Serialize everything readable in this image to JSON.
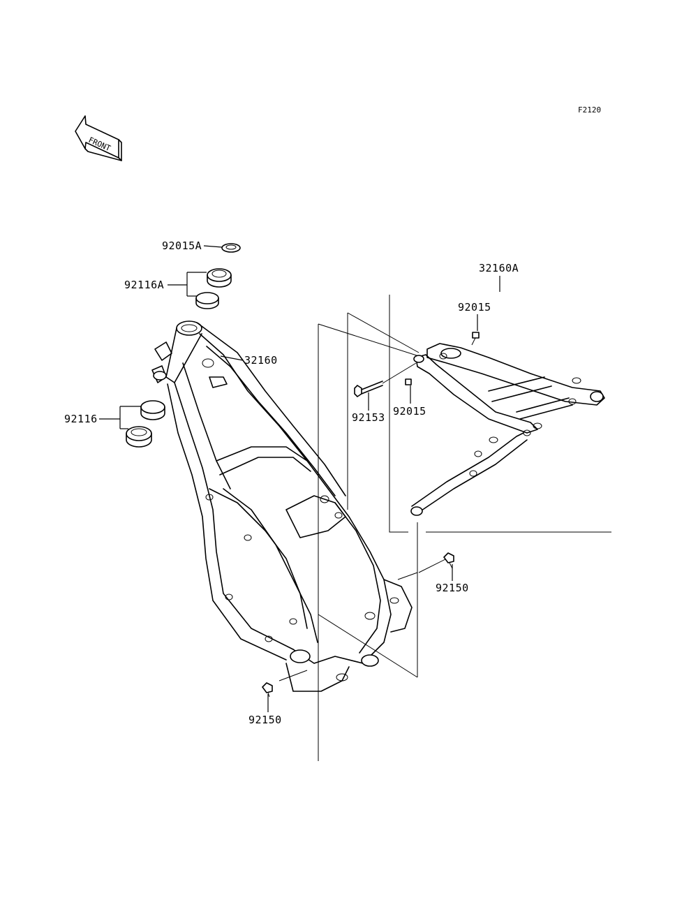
{
  "drawing_code": "F2120",
  "front_label": "FRONT",
  "parts": {
    "p92015A": "92015A",
    "p92116A": "92116A",
    "p32160": "32160",
    "p92116": "92116",
    "p32160A": "32160A",
    "p92015_top": "92015",
    "p92153": "92153",
    "p92015_mid": "92015",
    "p92150_right": "92150",
    "p92150_bottom": "92150"
  }
}
